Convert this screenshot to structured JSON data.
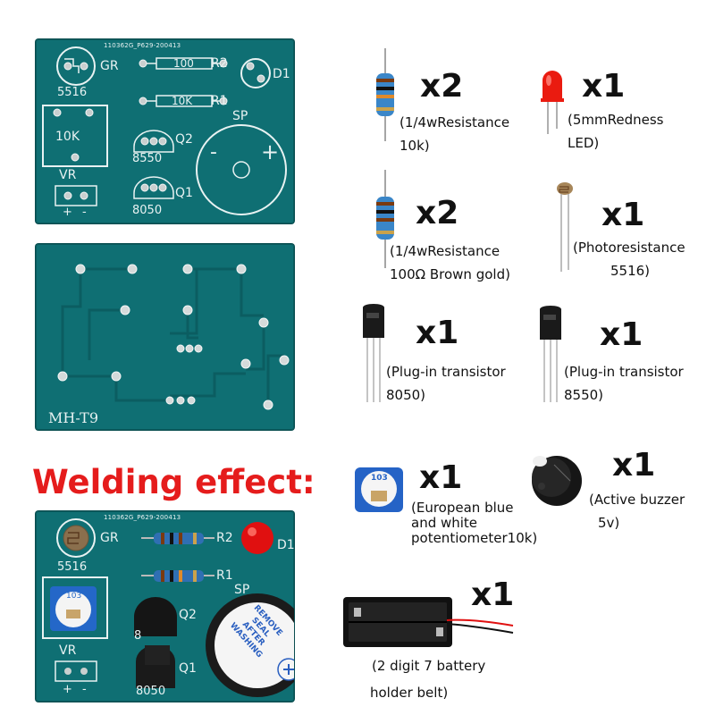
{
  "board_top": {
    "serial": "110362G_P629-200413",
    "gr": "GR",
    "photo_code": "5516",
    "r2_label": "R2",
    "r2_value": "100",
    "r1_label": "R1",
    "r1_value": "10K",
    "d1": "D1",
    "vr_value": "10K",
    "vr": "VR",
    "q2": "Q2",
    "q2_code": "8550",
    "q1": "Q1",
    "q1_code": "8050",
    "sp": "SP",
    "minus": "-",
    "plus": "+",
    "pin_plus": "+",
    "pin_minus": "-"
  },
  "board_back": {
    "model": "MH-T9"
  },
  "welding_title": "Welding effect:",
  "board_welded": {
    "serial": "110362G_P629-200413",
    "gr": "GR",
    "photo_code": "5516",
    "r2": "R2",
    "r1": "R1",
    "d1": "D1",
    "sp": "SP",
    "q2": "Q2",
    "q1": "Q1",
    "q1_code": "8050",
    "q2_code_partial": "8",
    "vr": "VR",
    "pot_code": "103",
    "pin_plus": "+",
    "pin_minus": "-",
    "buzzer_text_1": "REMOVE",
    "buzzer_text_2": "SEAL",
    "buzzer_text_3": "AFTER",
    "buzzer_text_4": "WASHING"
  },
  "parts": [
    {
      "qty": "x2",
      "line1": "(1/4wResistance",
      "line2": "10k)"
    },
    {
      "qty": "x1",
      "line1": "(5mmRedness",
      "line2": "LED)"
    },
    {
      "qty": "x2",
      "line1": "(1/4wResistance",
      "line2": "100Ω  Brown gold)"
    },
    {
      "qty": "x1",
      "line1": "(Photoresistance",
      "line2": "5516)"
    },
    {
      "qty": "x1",
      "line1": "(Plug-in transistor",
      "line2": "8050)"
    },
    {
      "qty": "x1",
      "line1": "(Plug-in transistor",
      "line2": "8550)"
    },
    {
      "qty": "x1",
      "line1": "(European blue",
      "line2": "and white",
      "line3": "potentiometer10k)"
    },
    {
      "qty": "x1",
      "line1": "(Active buzzer",
      "line2": "5v)"
    },
    {
      "qty": "x1",
      "line1": "(2 digit 7 battery",
      "line2": "holder belt)"
    }
  ],
  "pot_code": "103",
  "colors": {
    "pcb": "#0f6f73",
    "welding": "#e51c1c",
    "led": "#e01010"
  }
}
